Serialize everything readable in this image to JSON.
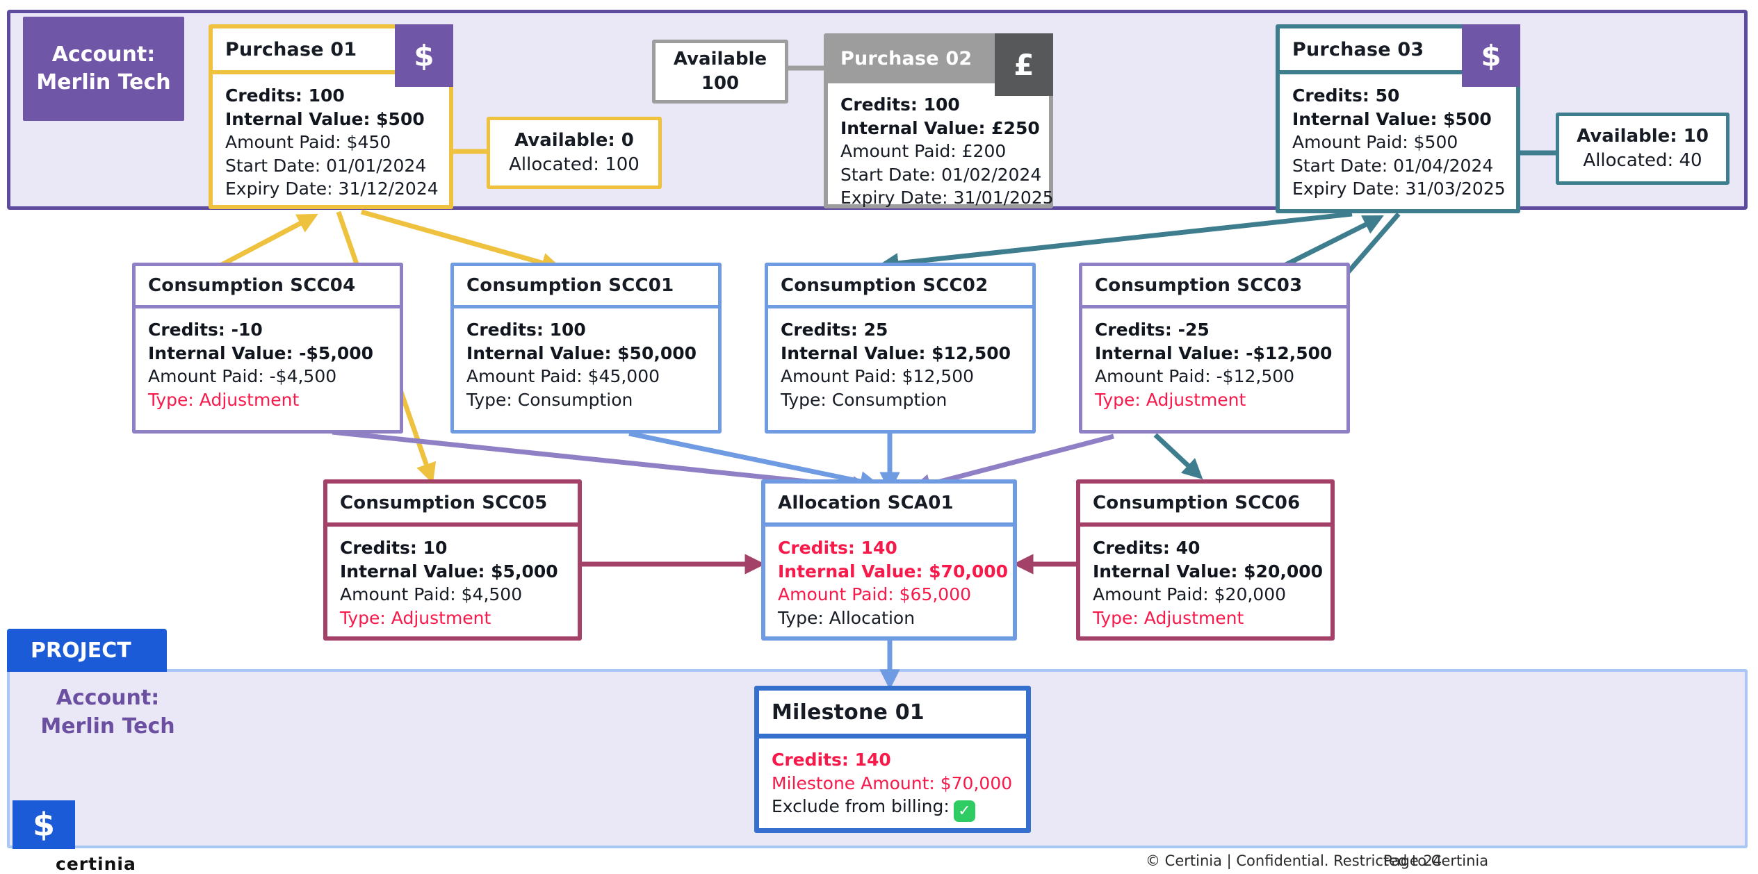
{
  "band_account": {
    "line1": "Account:",
    "line2": "Merlin Tech"
  },
  "purchases": {
    "p01": {
      "title": "Purchase 01",
      "badge": "$",
      "credits": "Credits: 100",
      "internal": "Internal Value: $500",
      "paid": "Amount Paid: $450",
      "start": "Start Date: 01/01/2024",
      "expiry": "Expiry Date: 31/12/2024"
    },
    "p02": {
      "title": "Purchase 02",
      "badge": "£",
      "credits": "Credits: 100",
      "internal": "Internal Value: £250",
      "paid": "Amount Paid: £200",
      "start": "Start Date: 01/02/2024",
      "expiry": "Expiry Date: 31/01/2025"
    },
    "p03": {
      "title": "Purchase 03",
      "badge": "$",
      "credits": "Credits: 50",
      "internal": "Internal Value: $500",
      "paid": "Amount Paid: $500",
      "start": "Start Date: 01/04/2024",
      "expiry": "Expiry Date: 31/03/2025"
    }
  },
  "avail": {
    "a1": {
      "line1": "Available: 0",
      "line2": "Allocated: 100"
    },
    "a2": {
      "line1": "Available",
      "line2": "100"
    },
    "a3": {
      "line1": "Available: 10",
      "line2": "Allocated: 40"
    }
  },
  "consumptions": {
    "scc04": {
      "title": "Consumption SCC04",
      "credits": "Credits: -10",
      "internal": "Internal Value: -$5,000",
      "paid": "Amount Paid: -$4,500",
      "type": "Type: Adjustment"
    },
    "scc01": {
      "title": "Consumption SCC01",
      "credits": "Credits: 100",
      "internal": "Internal Value: $50,000",
      "paid": "Amount Paid: $45,000",
      "type": "Type: Consumption"
    },
    "scc02": {
      "title": "Consumption SCC02",
      "credits": "Credits: 25",
      "internal": "Internal Value: $12,500",
      "paid": "Amount Paid: $12,500",
      "type": "Type: Consumption"
    },
    "scc03": {
      "title": "Consumption SCC03",
      "credits": "Credits: -25",
      "internal": "Internal Value: -$12,500",
      "paid": "Amount Paid: -$12,500",
      "type": "Type: Adjustment"
    },
    "scc05": {
      "title": "Consumption SCC05",
      "credits": "Credits: 10",
      "internal": "Internal Value: $5,000",
      "paid": "Amount Paid: $4,500",
      "type": "Type: Adjustment"
    },
    "scc06": {
      "title": "Consumption SCC06",
      "credits": "Credits: 40",
      "internal": "Internal Value: $20,000",
      "paid": "Amount Paid: $20,000",
      "type": "Type: Adjustment"
    }
  },
  "allocation": {
    "title": "Allocation SCA01",
    "credits": "Credits: 140",
    "internal": "Internal Value: $70,000",
    "paid": "Amount Paid: $65,000",
    "type": "Type: Allocation"
  },
  "milestone": {
    "title": "Milestone 01",
    "credits": "Credits: 140",
    "amount": "Milestone Amount: $70,000",
    "exclude_label": "Exclude from billing:",
    "check": "✓"
  },
  "project": {
    "tab": "PROJECT",
    "account_line1": "Account:",
    "account_line2": "Merlin Tech",
    "currency_badge": "$"
  },
  "footer": {
    "copyright": "© Certinia | Confidential. Restricted to Certinia",
    "page": "Page 24",
    "logo": "certinia"
  },
  "colors": {
    "account_purple": "#7056a6",
    "band_border": "#5e4b9e",
    "lavender_bg": "#eae8f6",
    "yellow": "#eec13e",
    "gray": "#9d9d9d",
    "dark_gray": "#57585a",
    "teal": "#3d7d8e",
    "light_blue": "#6f9be2",
    "milestone_blue": "#3570cf",
    "project_blue": "#1c5bd8",
    "maroon": "#a34168",
    "purple_card": "#8f7fc4",
    "alert_red": "#f8194b",
    "check_green": "#2ecc63"
  }
}
